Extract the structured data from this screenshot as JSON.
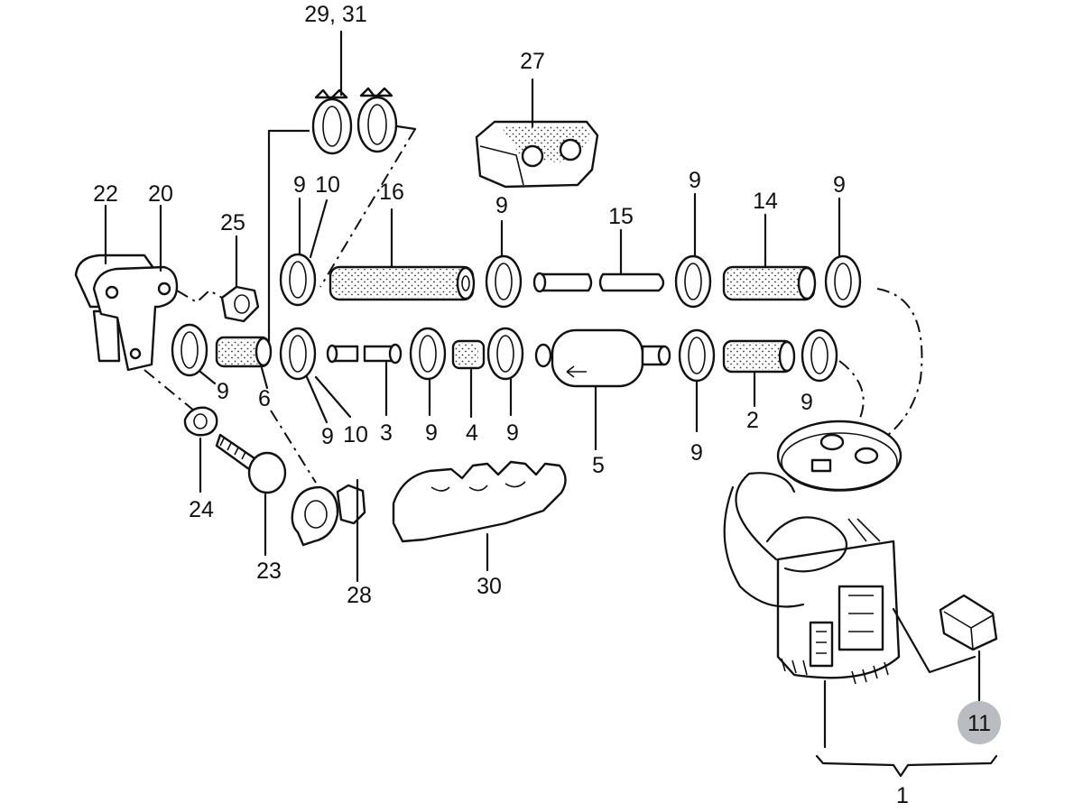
{
  "labels": {
    "l29_31": "29, 31",
    "l27": "27",
    "l22": "22",
    "l20": "20",
    "l25": "25",
    "l9a": "9",
    "l10a": "10",
    "l16": "16",
    "l9b": "9",
    "l15": "15",
    "l9c": "9",
    "l14": "14",
    "l9d": "9",
    "l9e": "9",
    "l6": "6",
    "l9f": "9",
    "l10b": "10",
    "l3": "3",
    "l9g": "9",
    "l4": "4",
    "l9h": "9",
    "l5": "5",
    "l9i": "9",
    "l2": "2",
    "l9j": "9",
    "l24": "24",
    "l23": "23",
    "l28": "28",
    "l30": "30",
    "l11": "11",
    "l1": "1"
  },
  "colors": {
    "ink": "#111111",
    "highlight_badge": "#b9bcc1"
  }
}
